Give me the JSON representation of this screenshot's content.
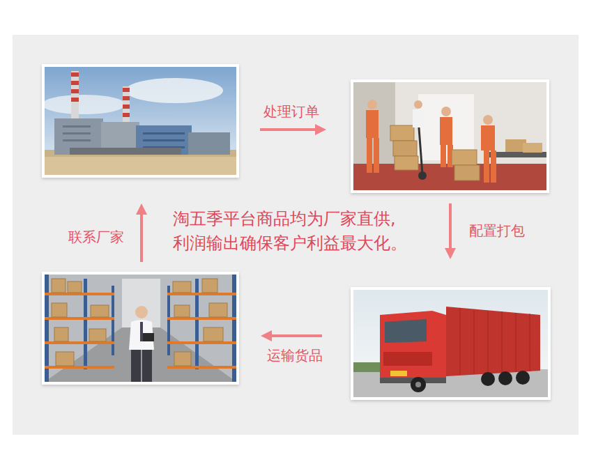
{
  "diagram": {
    "labels": [
      "处理订单",
      "联系厂家",
      "淘五季平台商品均为厂家直供, 利润输出确保客户利益最大化。",
      "配置打包",
      "运输货品"
    ]
  }
}
